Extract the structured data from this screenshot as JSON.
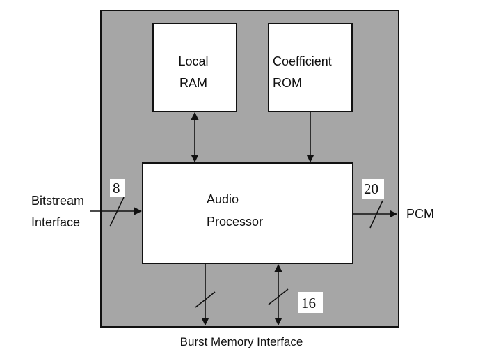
{
  "blocks": {
    "local_ram": {
      "line1": "Local",
      "line2": "RAM"
    },
    "coefficient_rom": {
      "line1": "Coefficient",
      "line2": "ROM"
    },
    "audio_processor": {
      "line1": "Audio",
      "line2": "Processor"
    }
  },
  "external_labels": {
    "bitstream_line1": "Bitstream",
    "bitstream_line2": "Interface",
    "pcm": "PCM",
    "burst_memory": "Burst Memory Interface"
  },
  "bus_widths": {
    "bitstream": "8",
    "pcm": "20",
    "burst_memory": "16"
  },
  "colors": {
    "chip_fill": "#a6a6a6",
    "block_fill": "#ffffff",
    "stroke": "#111111"
  }
}
